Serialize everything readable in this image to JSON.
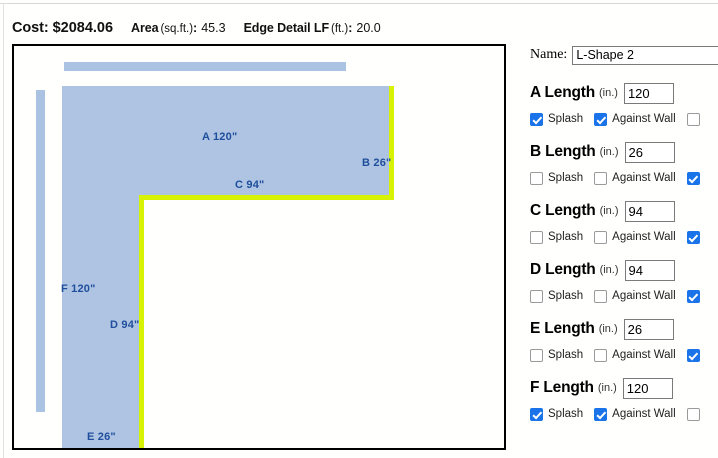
{
  "header": {
    "stats": [
      {
        "label": "Cost",
        "separator": ":",
        "unit": "",
        "value": "$2084.06",
        "emphasis": "large"
      },
      {
        "label": "Area",
        "separator": ":",
        "unit": "(sq.ft.)",
        "value": "45.3",
        "emphasis": "small"
      },
      {
        "label": "Edge Detail LF",
        "separator": ":",
        "unit": "(ft.)",
        "value": "20.0",
        "emphasis": "small"
      }
    ]
  },
  "canvas": {
    "shape_name": "L-Shape",
    "fill_color": "#aec4e2",
    "wall_color": "#aac3e2",
    "edge_detail_color": "#d7f205",
    "label_color": "#1f4e9c",
    "dimension_labels": [
      {
        "id": "A",
        "text": "A 120\""
      },
      {
        "id": "B",
        "text": "B 26\""
      },
      {
        "id": "C",
        "text": "C 94\""
      },
      {
        "id": "F",
        "text": "F 120\""
      },
      {
        "id": "D",
        "text": "D 94\""
      },
      {
        "id": "E",
        "text": "E 26\""
      }
    ]
  },
  "panel": {
    "name_label": "Name:",
    "name_value": "L-Shape 2",
    "unit_suffix": "(in.)",
    "splash_label": "Splash",
    "against_wall_label": "Against Wall",
    "sides": [
      {
        "id": "A",
        "title": "A Length",
        "length": "120",
        "splash": true,
        "against_wall": true,
        "extra": false
      },
      {
        "id": "B",
        "title": "B Length",
        "length": "26",
        "splash": false,
        "against_wall": false,
        "extra": true
      },
      {
        "id": "C",
        "title": "C Length",
        "length": "94",
        "splash": false,
        "against_wall": false,
        "extra": true
      },
      {
        "id": "D",
        "title": "D Length",
        "length": "94",
        "splash": false,
        "against_wall": false,
        "extra": true
      },
      {
        "id": "E",
        "title": "E Length",
        "length": "26",
        "splash": false,
        "against_wall": false,
        "extra": true
      },
      {
        "id": "F",
        "title": "F Length",
        "length": "120",
        "splash": true,
        "against_wall": true,
        "extra": false
      }
    ]
  }
}
